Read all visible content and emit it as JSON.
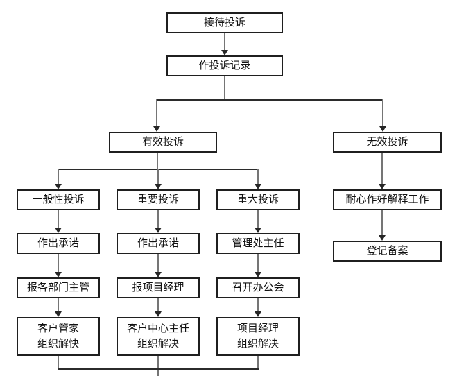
{
  "diagram": {
    "type": "flowchart",
    "background": "#ffffff",
    "colors": {
      "box_border": "#1f1f1f",
      "box_fill": "#ffffff",
      "text": "#111111",
      "line_gray": "#757575",
      "line_dark": "#2b2b2b",
      "arrowhead": "#262626"
    },
    "nodes": {
      "receive": {
        "label": "接待投诉"
      },
      "record": {
        "label": "作投诉记录"
      },
      "valid": {
        "label": "有效投诉"
      },
      "invalid": {
        "label": "无效投诉"
      },
      "general": {
        "label": "一般性投诉"
      },
      "important": {
        "label": "重要投诉"
      },
      "major": {
        "label": "重大投诉"
      },
      "explain": {
        "label": "耐心作好解释工作"
      },
      "promise1": {
        "label": "作出承诺"
      },
      "promise2": {
        "label": "作出承诺"
      },
      "director": {
        "label": "管理处主任"
      },
      "register": {
        "label": "登记备案"
      },
      "dept_heads": {
        "label": "报各部门主管"
      },
      "report_pm": {
        "label": "报项目经理"
      },
      "meeting": {
        "label": "召开办公会"
      },
      "housekeeper": {
        "line1": "客户管家",
        "line2": "组织解快"
      },
      "center_director": {
        "line1": "客户中心主任",
        "line2": "组织解决"
      },
      "pm_solve": {
        "line1": "项目经理",
        "line2": "组织解决"
      }
    },
    "edges": [
      [
        "receive",
        "record"
      ],
      [
        "record",
        "valid"
      ],
      [
        "record",
        "invalid"
      ],
      [
        "valid",
        "general"
      ],
      [
        "valid",
        "important"
      ],
      [
        "valid",
        "major"
      ],
      [
        "invalid",
        "explain"
      ],
      [
        "explain",
        "register"
      ],
      [
        "general",
        "promise1"
      ],
      [
        "promise1",
        "dept_heads"
      ],
      [
        "dept_heads",
        "housekeeper"
      ],
      [
        "important",
        "promise2"
      ],
      [
        "promise2",
        "report_pm"
      ],
      [
        "report_pm",
        "center_director"
      ],
      [
        "major",
        "director"
      ],
      [
        "director",
        "meeting"
      ],
      [
        "meeting",
        "pm_solve"
      ],
      [
        "housekeeper",
        "bottom-merge"
      ],
      [
        "center_director",
        "bottom-merge"
      ],
      [
        "pm_solve",
        "bottom-merge"
      ]
    ]
  }
}
